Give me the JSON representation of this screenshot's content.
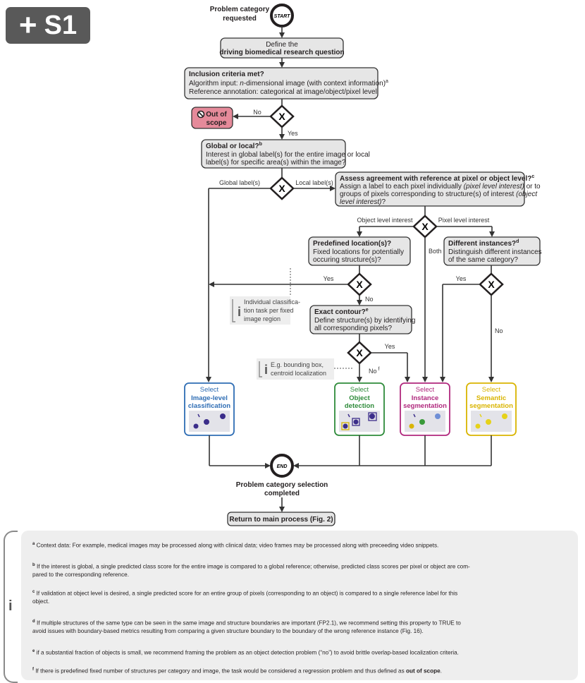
{
  "badge": {
    "plus": "+",
    "label": "S1"
  },
  "flow": {
    "top_label": [
      "Problem category",
      "requested"
    ],
    "start": "START",
    "define": [
      "Define the",
      "driving biomedical research question"
    ],
    "inclusion": {
      "title": "Inclusion criteria met?",
      "line1a": "Algorithm input: ",
      "line1b": "n",
      "line1c": "-dimensional image (with context information)",
      "line1_sup": "a",
      "line2": "Reference annotation: categorical at image/object/pixel level"
    },
    "out_of_scope": [
      "Out of",
      "scope"
    ],
    "global_local": {
      "title": "Global or local?",
      "sup": "b",
      "line1": "Interest in global label(s) for the entire image or local",
      "line2": "label(s) for specific area(s) within the image?"
    },
    "assess": {
      "title": "Assess agreement with reference at pixel or object level?",
      "sup": "c",
      "line1a": "Assign a label to each pixel individually ",
      "line1b": "(pixel level interest)",
      "line1c": " or to",
      "line2a": "groups of pixels corresponding to structure(s) of interest ",
      "line2b": "(object",
      "line3": "level interest)",
      "line3c": "?"
    },
    "predefined": {
      "title": "Predefined location(s)?",
      "line1": "Fixed locations for potentially",
      "line2": "occuring structure(s)?"
    },
    "different": {
      "title": "Different instances?",
      "sup": "d",
      "line1": "Distinguish different instances",
      "line2": "of the same category?"
    },
    "exact": {
      "title": "Exact contour?",
      "sup": "e",
      "line1": "Define structure(s) by identifying",
      "line2": "all corresponding pixels?"
    },
    "edge_labels": {
      "no1": "No",
      "yes1": "Yes",
      "global_labels": "Global label(s)",
      "local_labels": "Local label(s)",
      "object_level": "Object level interest",
      "pixel_level": "Pixel level interest",
      "both": "Both",
      "yes_predef": "Yes",
      "no_predef": "No",
      "yes_diff": "Yes",
      "no_diff": "No",
      "yes_exact": "Yes",
      "no_exact": "No",
      "no_exact_sup": "f"
    },
    "info1": [
      "Individual classifica-",
      "tion task per fixed",
      "image region"
    ],
    "info2": [
      "E.g. bounding box,",
      "centroid localization"
    ],
    "tasks": [
      {
        "select": "Select",
        "name": [
          "Image-level",
          "classification"
        ],
        "color": "#2e6db4"
      },
      {
        "select": "Select",
        "name": [
          "Object",
          "detection"
        ],
        "color": "#2e8b3a"
      },
      {
        "select": "Select",
        "name": [
          "Instance",
          "segmentation"
        ],
        "color": "#b0287d"
      },
      {
        "select": "Select",
        "name": [
          "Semantic",
          "segmentation"
        ],
        "color": "#d9b400"
      }
    ],
    "end": "END",
    "completed": [
      "Problem category selection",
      "completed"
    ],
    "return": "Return to main process (Fig. 2)"
  },
  "notes": {
    "icon": "i",
    "a": {
      "sup": "a",
      "text": " Context data: For example, medical images may be processed along with clinical data; video frames may be processed along with preceeding video snippets."
    },
    "b": {
      "sup": "b",
      "line1": " If the interest is global, a single predicted class score for the entire image is compared to a global reference; otherwise, predicted class scores per pixel or object are com-",
      "line2": "pared to the corresponding reference."
    },
    "c": {
      "sup": "c",
      "line1": " If validation at object level is desired, a single predicted score for an entire group of pixels (corresponding to an object) is compared to a single reference label for this",
      "line2": "object."
    },
    "d": {
      "sup": "d",
      "line1": " If multiple structures of the same type can be seen in the same image and structure boundaries are important (FP2.1), we recommend setting this property to TRUE to",
      "line2": "avoid issues with boundary-based metrics resulting from comparing a given structure boundary to the boundary of the wrong reference instance (Fig. 16)."
    },
    "e": {
      "sup": "e",
      "text": " if a substantial fraction of objects is small, we recommend framing the problem as an object detection problem (“no”) to avoid brittle overlap-based localization criteria."
    },
    "f": {
      "sup": "f",
      "text1": " If there is predefined fixed number of structures per category and image, the task would be considered a regression problem and thus defined as ",
      "bold": "out of scope",
      "text2": "."
    }
  }
}
